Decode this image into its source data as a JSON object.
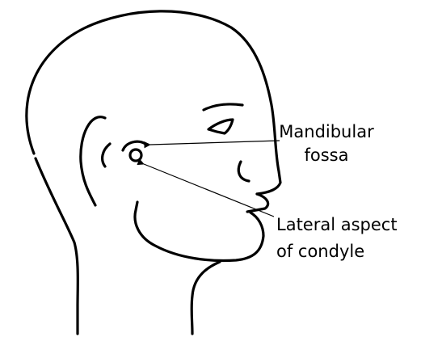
{
  "labels": {
    "mandibular_fossa": {
      "line1": "Mandibular",
      "line2": "fossa"
    },
    "lateral_condyle": {
      "line1": "Lateral aspect",
      "line2": "of condyle"
    }
  },
  "colors": {
    "line": "#000000",
    "background": "#ffffff"
  }
}
